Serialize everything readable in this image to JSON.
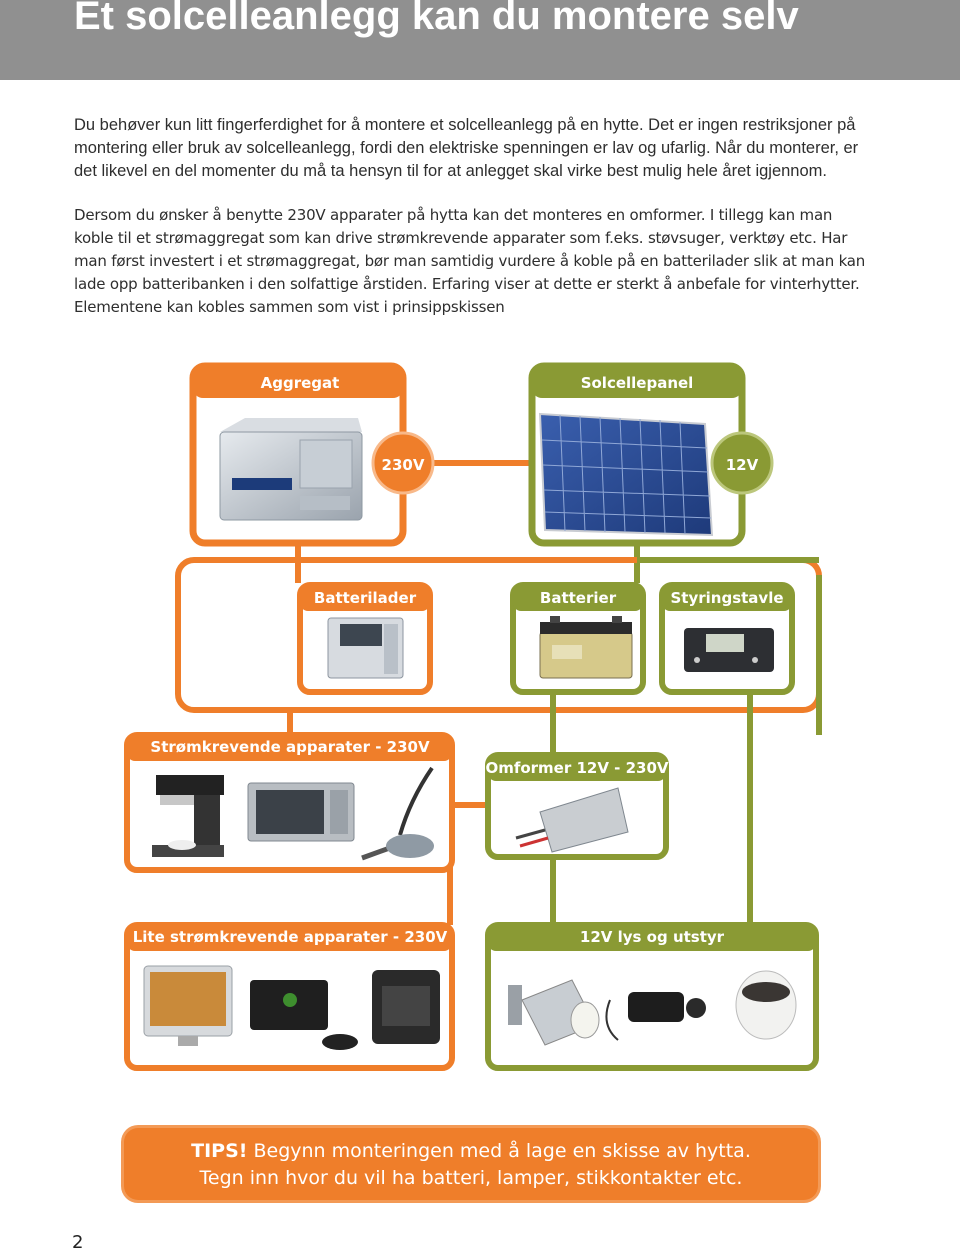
{
  "header": {
    "title": "Et solcelleanlegg kan du montere selv"
  },
  "intro": {
    "paragraph1": "Du behøver kun litt fingerferdighet for å montere et solcelleanlegg på en hytte. Det er ingen restriksjoner på montering eller bruk av solcelleanlegg, fordi den elektriske spenningen er lav og ufarlig. Når du monterer, er det likevel en del momenter du må ta hensyn til for at anlegget skal virke best mulig hele året igjennom.",
    "paragraph2": "Dersom du ønsker å benytte 230V apparater på hytta kan det monteres en omformer. I tillegg kan man koble til et strømaggregat som kan drive strømkrevende apparater som f.eks. støvsuger, verktøy etc. Har man først investert i et strømaggregat, bør man samtidig vurdere å koble på en batterilader slik at man kan lade opp batteribanken i den solfattige årstiden. Erfaring viser at dette er sterkt å anbefale for vinterhytter. Elementene kan kobles sammen som vist i prinsippskissen"
  },
  "diagram": {
    "aggregat": "Aggregat",
    "solcellepanel": "Solcellepanel",
    "v230": "230V",
    "v12": "12V",
    "batterilader": "Batterilader",
    "batterier": "Batterier",
    "styringstavle": "Styringstavle",
    "stromkrevende": "Strømkrevende apparater - 230V",
    "omformer": "Omformer 12V - 230V",
    "lite_stromkrevende": "Lite strømkrevende apparater - 230V",
    "lys_utstyr": "12V lys og utstyr"
  },
  "colors": {
    "orange": "#ef7e2a",
    "green": "#8a9a34",
    "header_gray": "#909090"
  },
  "tips": {
    "label": "TIPS!",
    "line1": "Begynn monteringen med å lage en skisse av hytta.",
    "line2": "Tegn inn hvor du vil ha batteri, lamper, stikkontakter etc."
  },
  "page_number": "2"
}
